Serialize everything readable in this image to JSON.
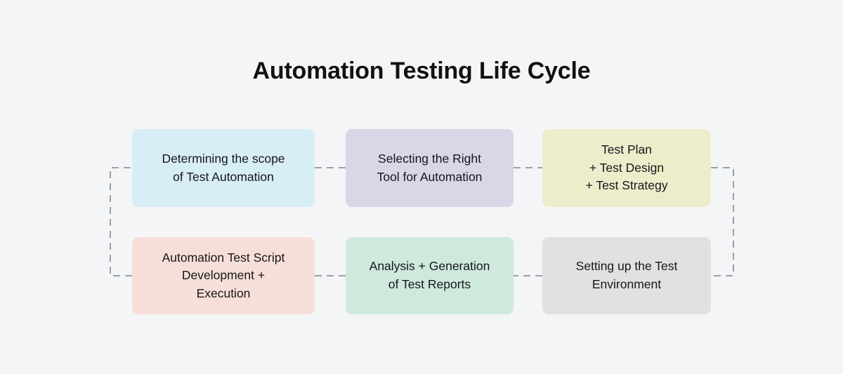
{
  "page": {
    "title": "Automation Testing Life Cycle",
    "background_color": "#f4f5f7",
    "text_color": "#15171a"
  },
  "diagram": {
    "type": "process-cycle-flowchart",
    "layout": "serpentine",
    "rows": 2,
    "columns": 3,
    "connector_style": "dashed",
    "connector_color": "#9aa0a6",
    "stages": [
      {
        "order": 1,
        "name": "determining-scope",
        "label": "Determining the scope\nof Test Automation",
        "color": "#d8eef7",
        "row": "top",
        "column": 1
      },
      {
        "order": 2,
        "name": "selecting-tool",
        "label": "Selecting the Right\nTool for Automation",
        "color": "#d8d7e8",
        "row": "top",
        "column": 2
      },
      {
        "order": 3,
        "name": "test-plan-design-strategy",
        "label": "Test Plan\n+ Test Design\n+ Test Strategy",
        "color": "#eeedcb",
        "row": "top",
        "column": 3
      },
      {
        "order": 4,
        "name": "setting-up-environment",
        "label": "Setting up the Test\nEnvironment",
        "color": "#e1e1e1",
        "row": "bottom",
        "column": 3
      },
      {
        "order": 5,
        "name": "analysis-generation-reports",
        "label": "Analysis + Generation\nof Test Reports",
        "color": "#cfe9dd",
        "row": "bottom",
        "column": 2
      },
      {
        "order": 6,
        "name": "test-script-development",
        "label": "Automation Test Script\nDevelopment +\nExecution",
        "color": "#f7dfd9",
        "row": "bottom",
        "column": 1
      }
    ],
    "connectors": [
      {
        "name": "connector-stage1-to-stage2",
        "from": "determining-scope",
        "to": "selecting-tool",
        "kind": "horizontal"
      },
      {
        "name": "connector-stage2-to-stage3",
        "from": "selecting-tool",
        "to": "test-plan-design-strategy",
        "kind": "horizontal"
      },
      {
        "name": "connector-stage3-to-stage4",
        "from": "test-plan-design-strategy",
        "to": "setting-up-environment",
        "kind": "right-wrap"
      },
      {
        "name": "connector-stage4-to-stage5",
        "from": "setting-up-environment",
        "to": "analysis-generation-reports",
        "kind": "horizontal"
      },
      {
        "name": "connector-stage5-to-stage6",
        "from": "analysis-generation-reports",
        "to": "test-script-development",
        "kind": "horizontal"
      },
      {
        "name": "connector-stage6-to-stage1",
        "from": "test-script-development",
        "to": "determining-scope",
        "kind": "left-wrap"
      }
    ]
  }
}
